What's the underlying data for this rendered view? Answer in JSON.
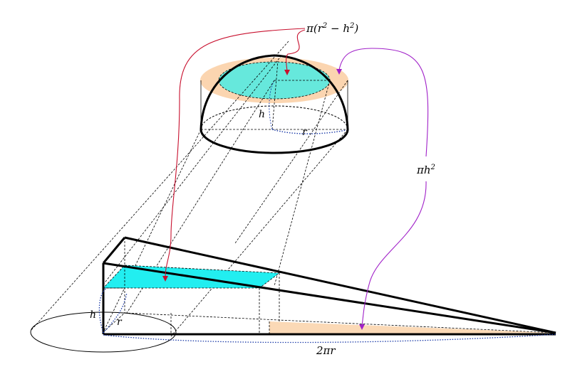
{
  "labels": {
    "annulus_area": {
      "prefix": "π(",
      "r": "r",
      "exp1": "2",
      "minus": " − ",
      "h": "h",
      "exp2": "2",
      "suffix": ")"
    },
    "disk_area": {
      "pi": "π",
      "h": "h",
      "exp": "2"
    },
    "hemisphere_height": "h",
    "hemisphere_radius": "r",
    "wedge_height": "h",
    "wedge_radius": "r",
    "wedge_length": "2πr"
  },
  "colors": {
    "annulus_fill": "#fbd5b0",
    "disk_fill": "#66e8dc",
    "slice_fill": "#22eef0",
    "triangle_fill": "#fbd9b6",
    "annulus_arrow": "#c8102e",
    "disk_arrow": "#a020c8",
    "radius_dots": "#1a3aa8",
    "outline": "#000000"
  }
}
